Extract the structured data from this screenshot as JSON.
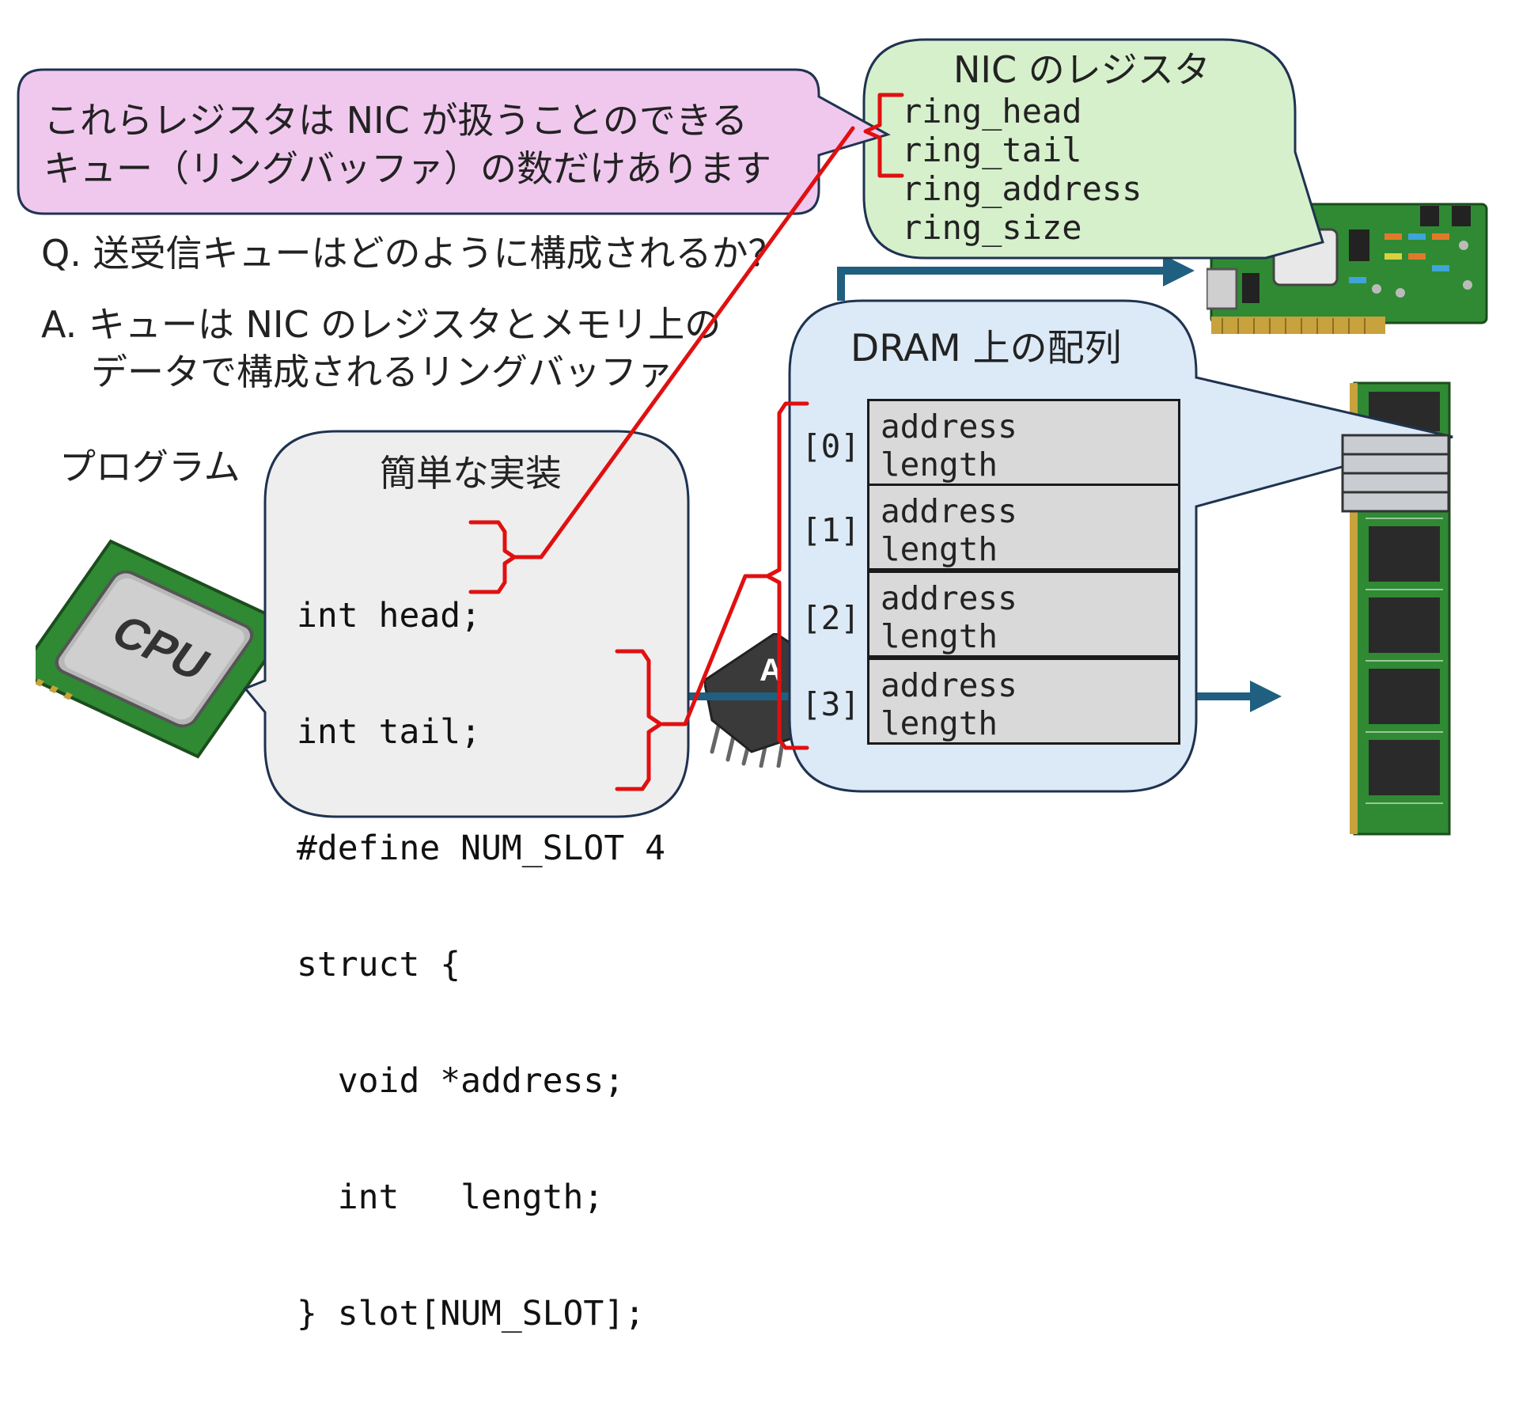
{
  "nic_bubble": {
    "title": "NIC のレジスタ",
    "registers": [
      "ring_head",
      "ring_tail",
      "ring_address",
      "ring_size"
    ]
  },
  "note_bubble": {
    "line1": "これらレジスタは NIC が扱うことのできる",
    "line2": "キュー（リングバッファ）の数だけあります"
  },
  "question": "Q. 送受信キューはどのように構成されるか？",
  "answer": {
    "line1": "A. キューは NIC のレジスタとメモリ上の",
    "line2": "データで構成されるリングバッファ"
  },
  "program_label": "プログラム",
  "impl_bubble": {
    "title": "簡単な実装",
    "code": [
      "int head;",
      "int tail;",
      "#define NUM_SLOT 4",
      "struct {",
      "  void *address;",
      "  int   length;",
      "} slot[NUM_SLOT];"
    ]
  },
  "dram_bubble": {
    "title": "DRAM 上の配列",
    "slots": [
      {
        "index": "[0]",
        "line1": "address",
        "line2": "length"
      },
      {
        "index": "[1]",
        "line1": "address",
        "line2": "length"
      },
      {
        "index": "[2]",
        "line1": "address",
        "line2": "length"
      },
      {
        "index": "[3]",
        "line1": "address",
        "line2": "length"
      }
    ]
  },
  "icons": {
    "cpu": {
      "label": "CPU"
    },
    "chip": {
      "label": "A"
    },
    "nic_card": "nic-card-icon",
    "memory_stick": "memory-stick-icon"
  },
  "colors": {
    "accent_red": "#e01010",
    "arrow_blue": "#1f5f80",
    "pink": "#f0c8ee",
    "green": "#d6f0cc",
    "light_blue": "#dce9f6",
    "gray_bubble": "#eeeeee",
    "cell_gray": "#d9d9d9"
  }
}
